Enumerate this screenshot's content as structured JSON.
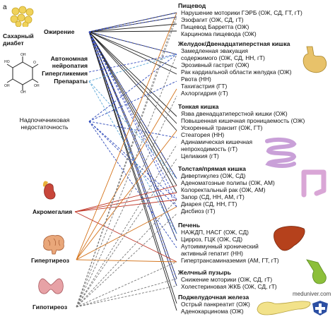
{
  "panel_label": "а",
  "left": {
    "diabetes": "Сахарный\nдиабет",
    "obesity": "Ожирение",
    "neuropathy": "Автономная\nнейропатия",
    "hyperglycemia": "Гипергликемия",
    "drugs": "Препараты",
    "adrenal": "Надпочечниковая\nнедостаточность",
    "acromegaly": "Акромегалия",
    "hyperthyroid": "Гипертиреоз",
    "hypothyroid": "Гипотиреоз"
  },
  "sections": [
    {
      "title": "Пищевод",
      "items": [
        "Нарушение моторики ГЭРБ (ОЖ, СД, ГТ, гТ)",
        "Эзофагит (ОЖ, СД, гТ)",
        "Пищевод Барретта (ОЖ)",
        "Карцинома пищевода (ОЖ)"
      ]
    },
    {
      "title": "Желудок/Двенадцатиперстная кишка",
      "items": [
        "Замедленная эвакуация",
        "содержимого (ОЖ, СД, НН, гТ)",
        "Эрозивный гастрит (ОЖ)",
        "Рак кардиальной области желудка (ОЖ)",
        "Рвота (НН)",
        "Тахигастрия (ГТ)",
        "Ахлоргидрия (гТ)"
      ]
    },
    {
      "title": "Тонкая кишка",
      "items": [
        "Язва двенадцатиперстной кишки (ОЖ)",
        "Повышенная кишечная проницаемость (ОЖ)",
        "Ускоренный транзит (ОЖ, ГТ)",
        "Стеаторея (НН)",
        "Адинамическая кишечная",
        "непроходимость (гТ)",
        "Целиакия (гТ)"
      ]
    },
    {
      "title": "Толстая/прямая кишка",
      "items": [
        "Дивертикулез (ОЖ, СД)",
        "Аденоматозные полипы (ОЖ, АМ)",
        "Колоректальный рак (ОЖ, АМ)",
        "Запор (СД, НН, АМ, гТ)",
        "Диарея (СД, НН, ГТ)",
        "Дисбиоз (гТ)"
      ]
    },
    {
      "title": "Печень",
      "items": [
        "НАЖДП, НАСГ (ОЖ, СД)",
        "Цирроз, ГЦК (ОЖ, СД)",
        "Аутоиммунный хронический",
        "активный гепатит (НН)",
        "Гипертрансаминаземия (АМ, ГТ, гТ)"
      ]
    },
    {
      "title": "Желчный пузырь",
      "items": [
        "Снижение моторики (ОЖ, СД, гТ)",
        "Холестериновая ЖКБ (ОЖ, СД, гТ)"
      ]
    },
    {
      "title": "Поджелудочная железа",
      "items": [
        "Острый панкреатит (ОЖ)",
        "Аденокарцинома (ОЖ)"
      ]
    }
  ],
  "watermark": "meduniver.com",
  "colors": {
    "obesity": "#222222",
    "diabetes": "#3a4ec0",
    "adrenal": "#2a46b8",
    "acromegaly": "#c0392b",
    "hyperthyroid": "#d4731a",
    "hypothyroid": "#777777",
    "drugs": "#5aa6d6"
  },
  "icons": [
    "fat-cells-icon",
    "glucose-molecule-icon",
    "adrenal-icon",
    "pituitary-icon",
    "brain-icon",
    "thyroid-icon",
    "stomach-icon",
    "small-intestine-icon",
    "large-intestine-icon",
    "liver-icon",
    "gallbladder-icon",
    "pancreas-icon",
    "logo-icon"
  ]
}
